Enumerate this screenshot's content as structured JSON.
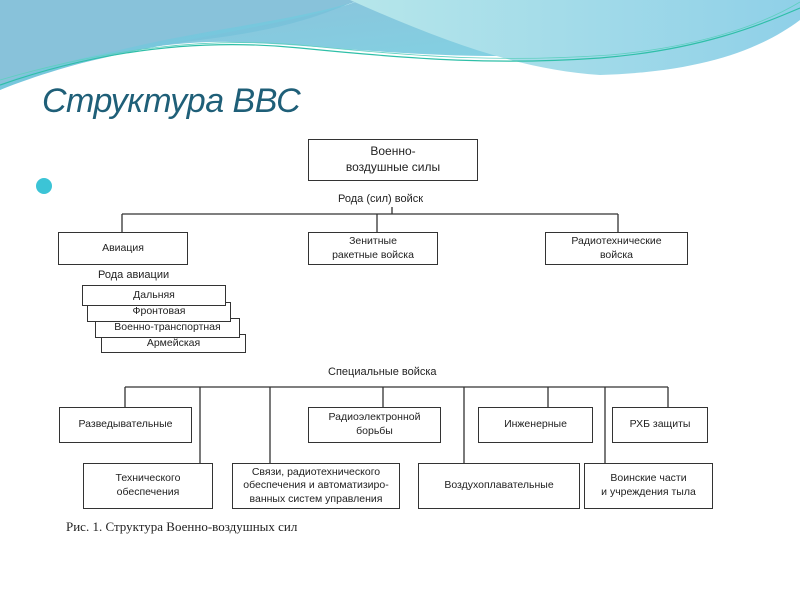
{
  "slide": {
    "title": "Структура ВВС"
  },
  "diagram": {
    "root": "Военно-\nвоздушные силы",
    "branches_label": "Рода (сил) войск",
    "branches": [
      "Авиация",
      "Зенитные\nракетные войска",
      "Радиотехнические\nвойска"
    ],
    "aviation_label": "Рода авиации",
    "aviation_types": [
      "Дальняя",
      "Фронтовая",
      "Военно-транспортная",
      "Армейская"
    ],
    "special_label": "Специальные войска",
    "special_row1": [
      "Разведывательные",
      "Радиоэлектронной\nборьбы",
      "Инженерные",
      "РХБ защиты"
    ],
    "special_row2": [
      "Технического\nобеспечения",
      "Связи, радиотехнического\nобеспечения и автоматизиро-\nванных систем управления",
      "Воздухоплавательные",
      "Воинские части\nи учреждения тыла"
    ],
    "caption": "Рис. 1. Структура Военно-воздушных сил"
  },
  "colors": {
    "title": "#1f5f78",
    "accent": "#3cc4d6"
  }
}
